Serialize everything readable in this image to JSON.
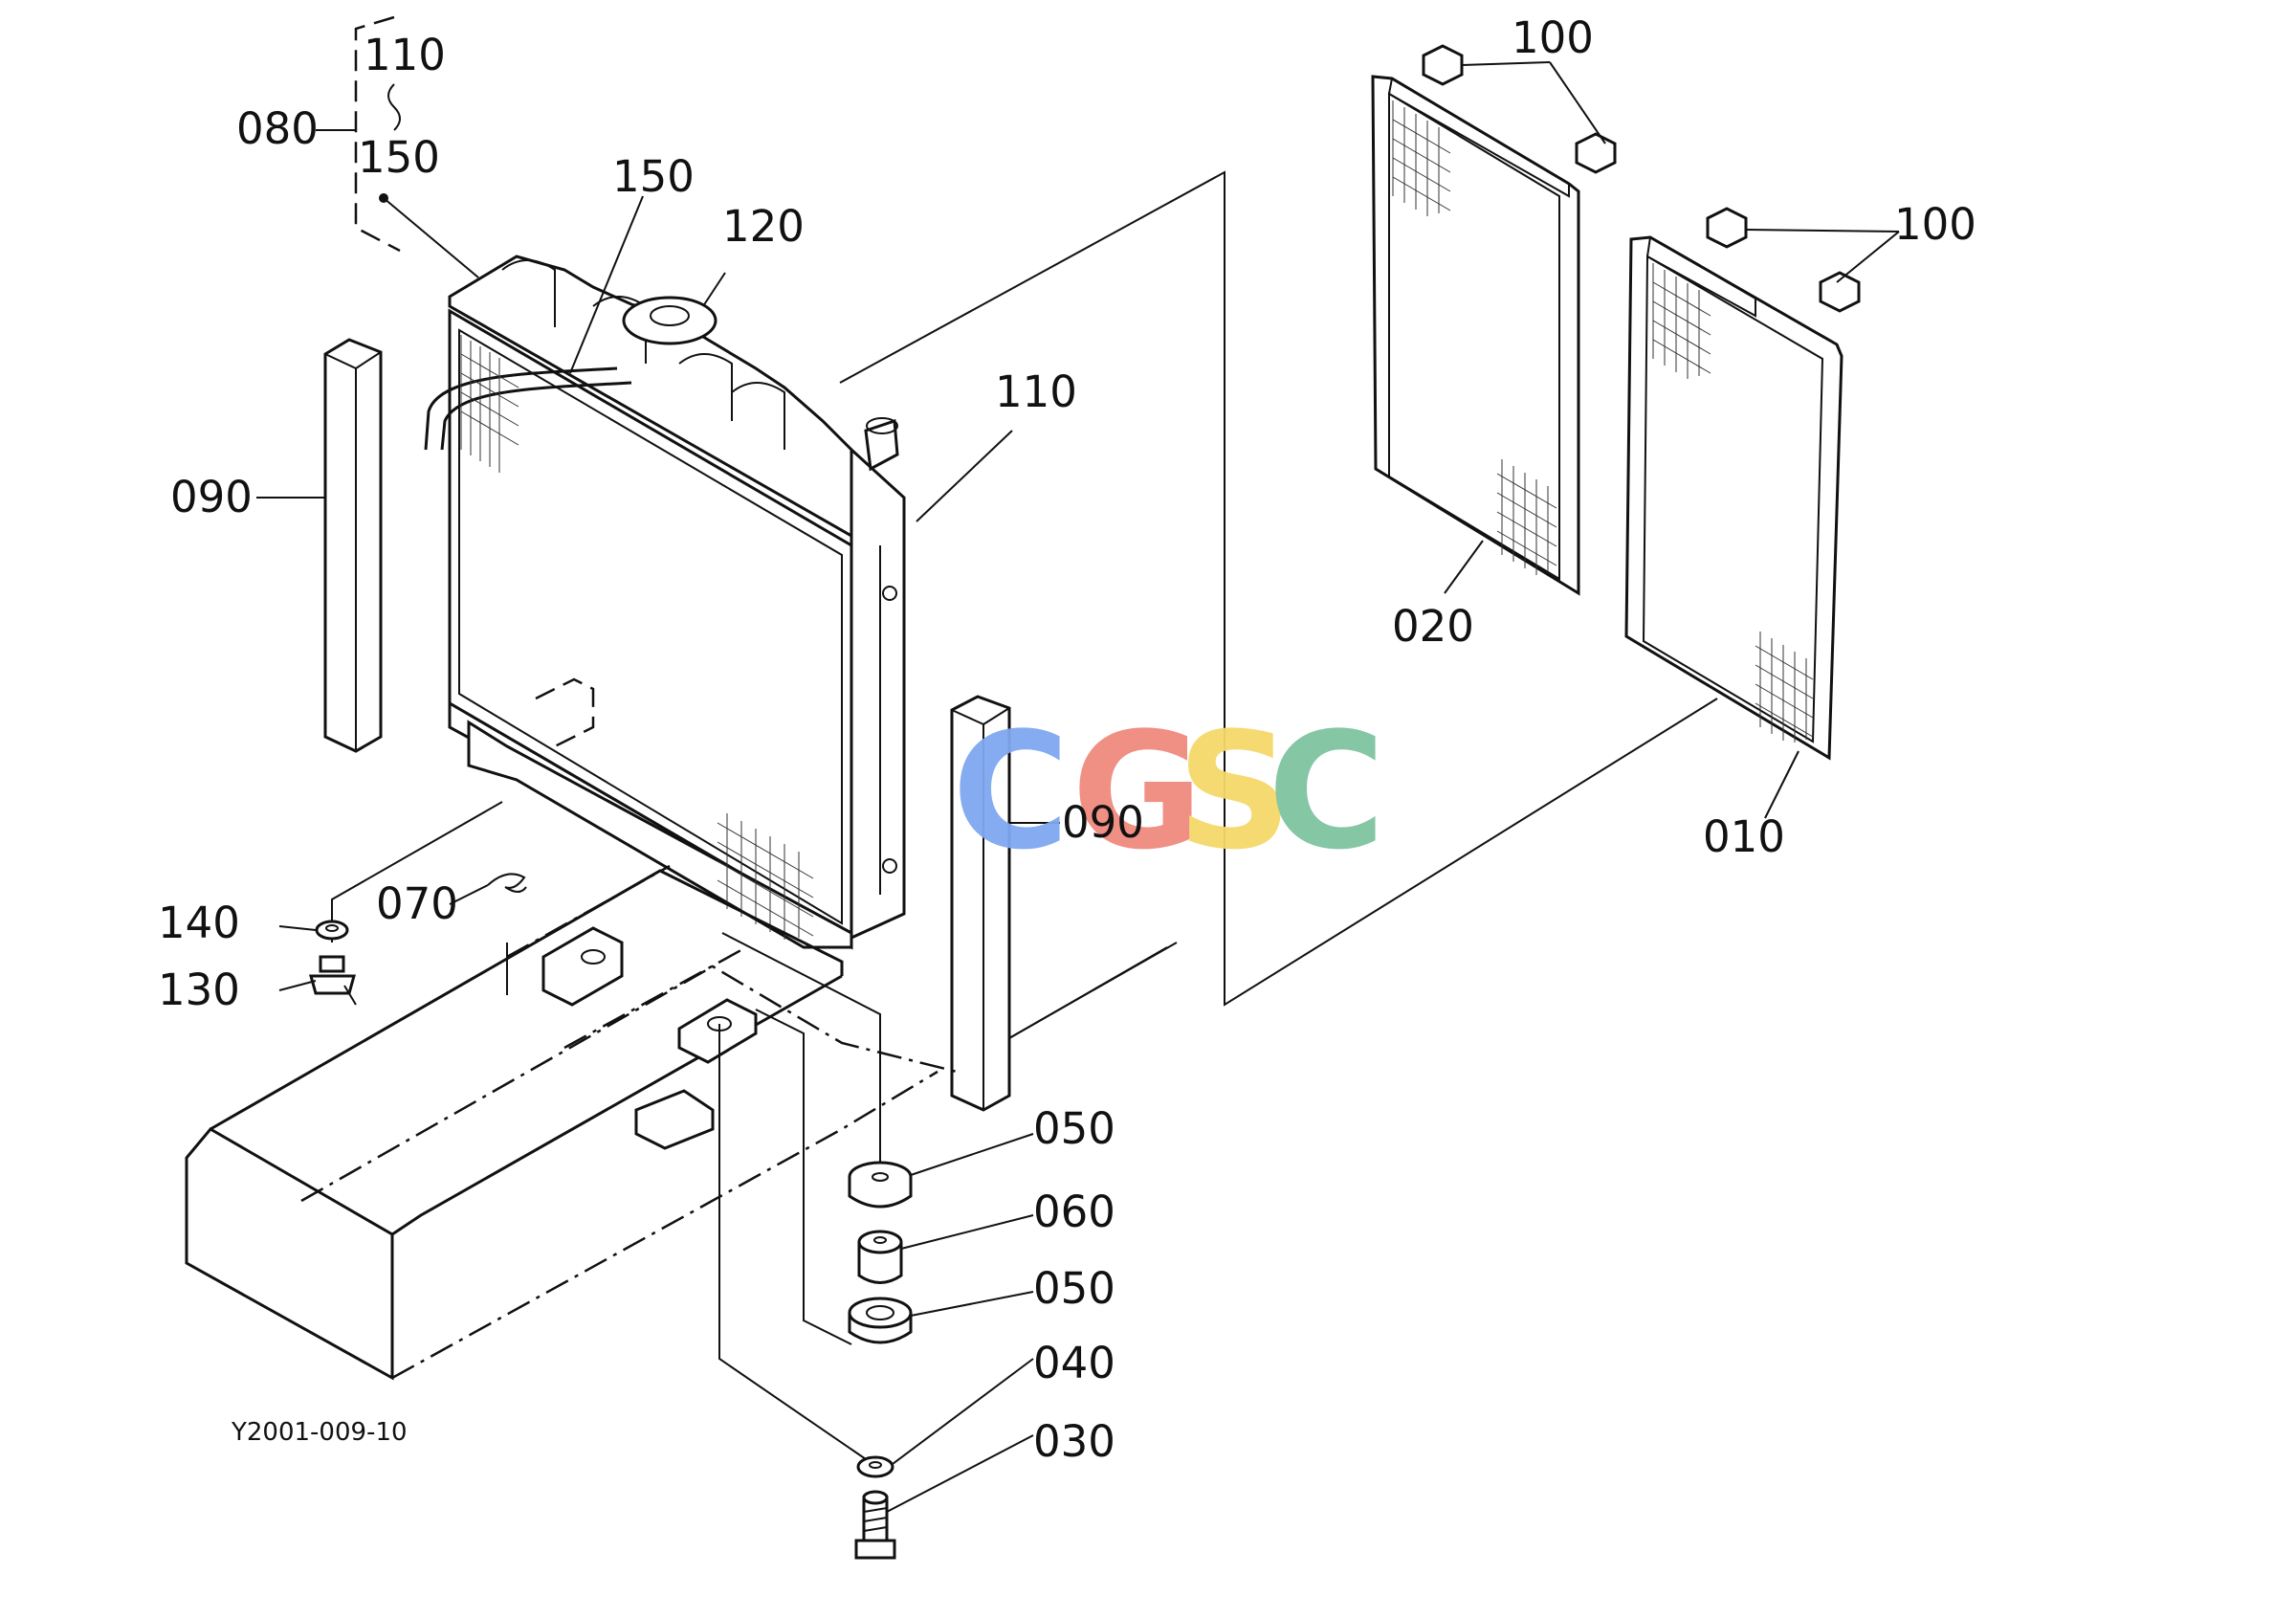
{
  "labels": {
    "l080": "080",
    "l110_top": "110",
    "l150_top": "150",
    "l150": "150",
    "l120": "120",
    "l110": "110",
    "l090_left": "090",
    "l090_right": "090",
    "l100_top": "100",
    "l100_right": "100",
    "l020": "020",
    "l010": "010",
    "l140": "140",
    "l130": "130",
    "l070": "070",
    "l050_top": "050",
    "l060": "060",
    "l050_bottom": "050",
    "l040": "040",
    "l030": "030"
  },
  "figure_id": "Y2001-009-10",
  "watermark": {
    "letters": [
      "C",
      "G",
      "S",
      "C"
    ],
    "colors": [
      "#7fa8f0",
      "#f08a7e",
      "#f5d96a",
      "#7fc4a0"
    ]
  },
  "colors": {
    "line": "#111111",
    "background": "#ffffff"
  }
}
